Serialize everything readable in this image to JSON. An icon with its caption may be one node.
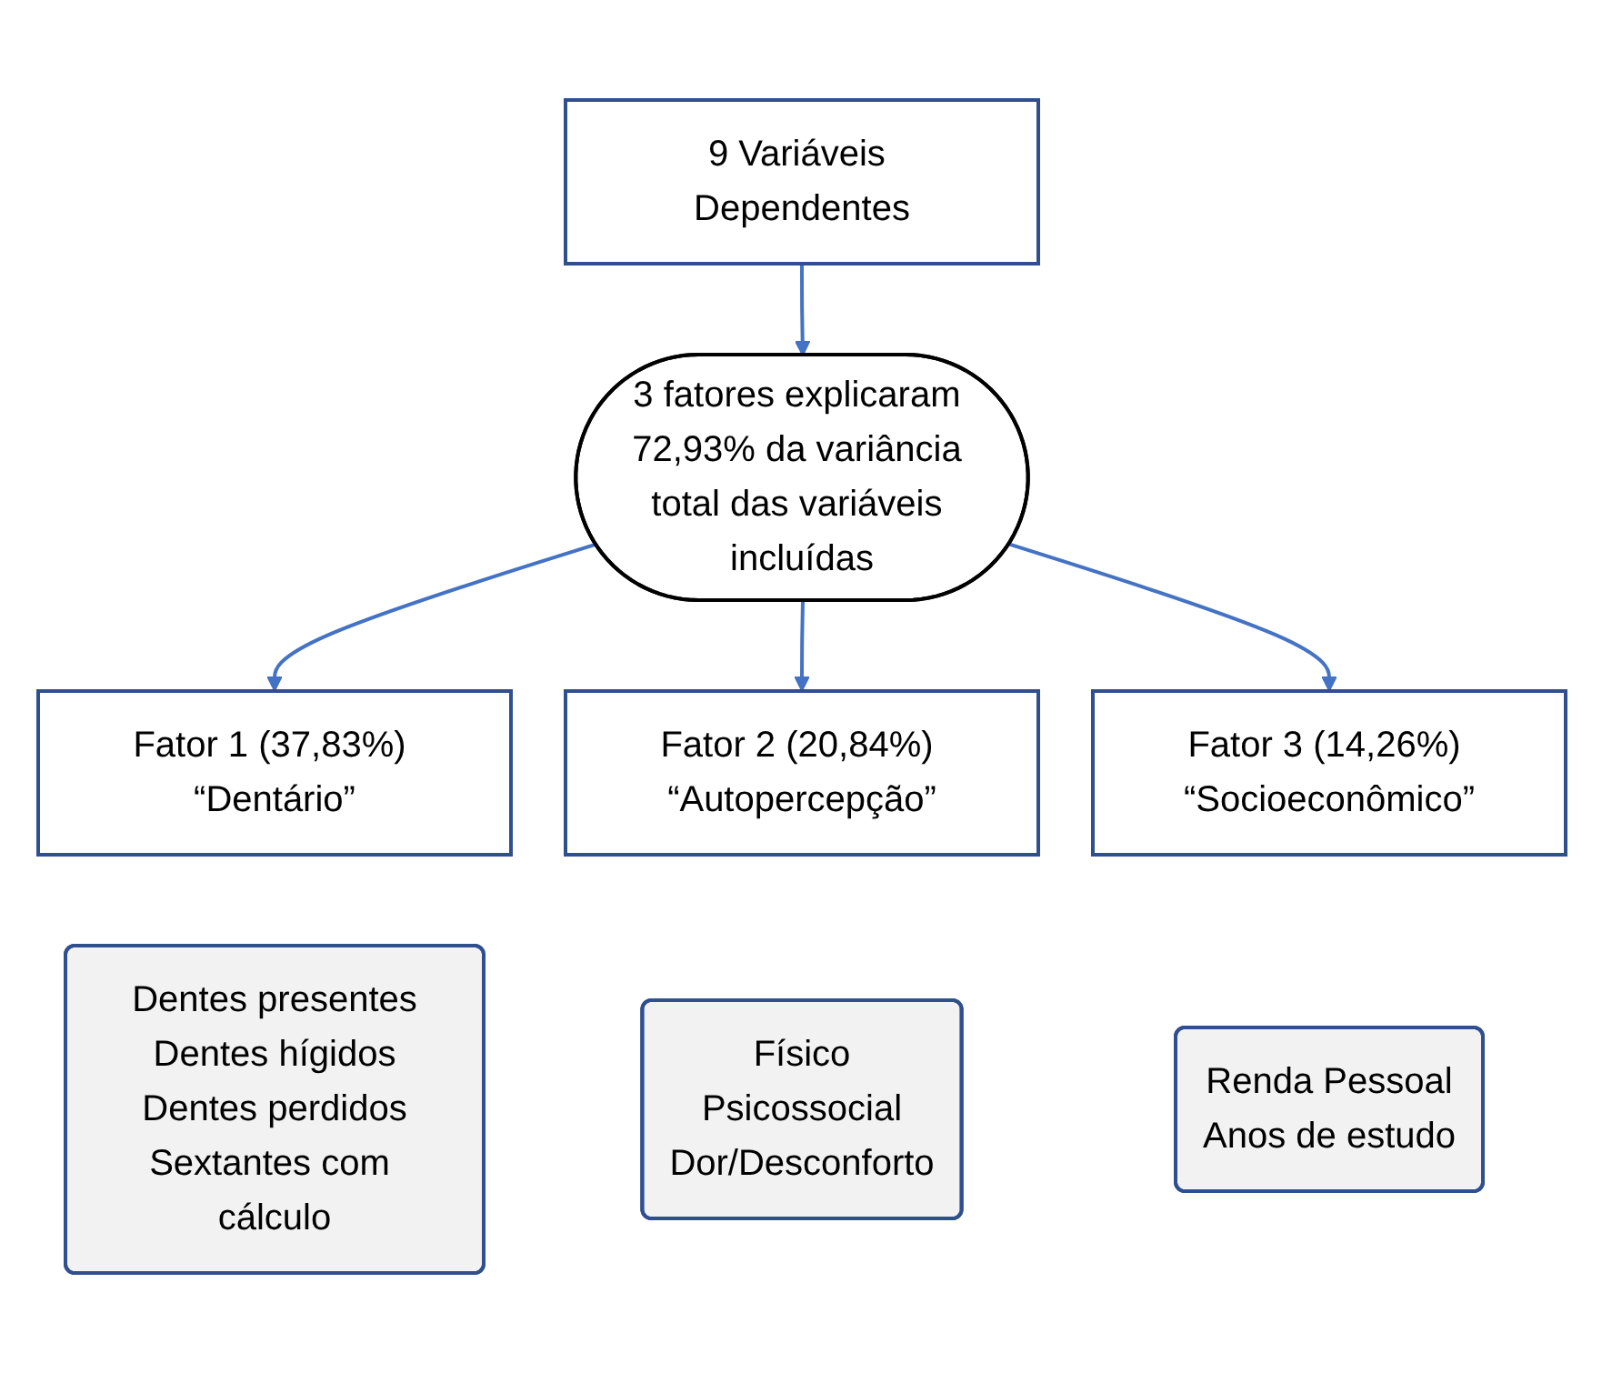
{
  "diagram": {
    "nodes": [
      {
        "text": [
          "9 Variáveis Dependentes"
        ]
      },
      {
        "text": [
          "3 fatores explicaram 72,93% da variância total das variáveis incluídas"
        ]
      },
      {
        "text": [
          "Fator 1 (37,83%) “Dentário”"
        ]
      },
      {
        "text": [
          "Fator 2 (20,84%) “Autopercepção”"
        ]
      },
      {
        "text": [
          "Fator 3 (14,26%) “Socioeconômico”"
        ]
      },
      {
        "text": [
          "Dentes presentes",
          "Dentes hígidos",
          "Dentes perdidos",
          "Sextantes com cálculo"
        ]
      },
      {
        "text": [
          "Físico",
          "Psicossocial",
          "Dor/Desconforto"
        ]
      },
      {
        "text": [
          "Renda Pessoal",
          "Anos de estudo"
        ]
      }
    ],
    "edges": [
      {
        "from": 0,
        "to": 1,
        "arrow": "to"
      },
      {
        "from": 1,
        "to": 2,
        "arrow": "to"
      },
      {
        "from": 1,
        "to": 3,
        "arrow": "to"
      },
      {
        "from": 1,
        "to": 4,
        "arrow": "to"
      }
    ]
  }
}
